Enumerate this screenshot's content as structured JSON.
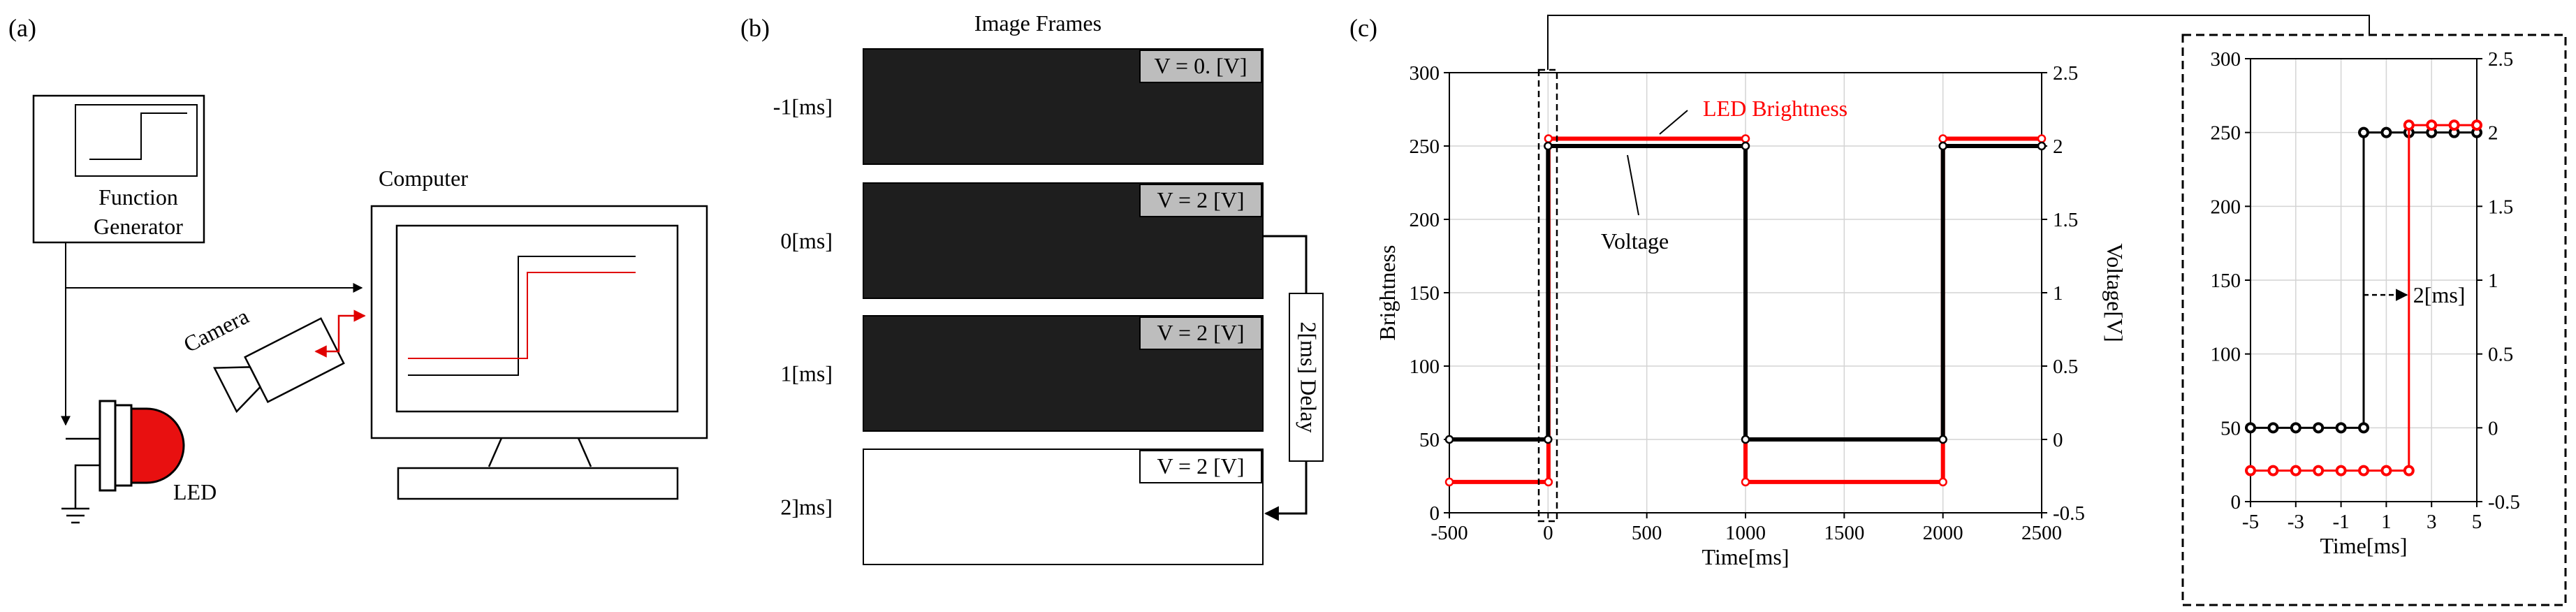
{
  "panels": {
    "a": "(a)",
    "b": "(b)",
    "c": "(c)"
  },
  "diagram_a": {
    "function_generator_line1": "Function",
    "function_generator_line2": "Generator",
    "computer": "Computer",
    "camera": "Camera",
    "led": "LED"
  },
  "diagram_b": {
    "title": "Image Frames",
    "frames": [
      {
        "time": "-1[ms]",
        "voltage": "V = 0. [V]",
        "lit": false
      },
      {
        "time": "0[ms]",
        "voltage": "V = 2 [V]",
        "lit": false
      },
      {
        "time": "1[ms]",
        "voltage": "V = 2 [V]",
        "lit": false
      },
      {
        "time": "2]ms]",
        "voltage": "V = 2 [V]",
        "lit": true
      }
    ],
    "delay": "2[ms] Delay"
  },
  "chart_data": [
    {
      "type": "line",
      "xlabel": "Time[ms]",
      "ylabel": "Brightness",
      "y2label": "Voltage[V]",
      "xlim": [
        -500,
        2500
      ],
      "ylim": [
        0,
        300
      ],
      "y2lim": [
        -0.5,
        2.5
      ],
      "xticks": [
        -500,
        0,
        500,
        1000,
        1500,
        2000,
        2500
      ],
      "yticks": [
        0,
        50,
        100,
        150,
        200,
        250,
        300
      ],
      "y2ticks": [
        "-0.5",
        "0",
        "0.5",
        "1",
        "1.5",
        "2",
        "2.5"
      ],
      "grid": true,
      "series": [
        {
          "name": "LED Brightness",
          "axis": "left",
          "color": "#ff0000",
          "x": [
            -500,
            2,
            2,
            1000,
            1000,
            2000,
            2000,
            2500
          ],
          "y": [
            21,
            21,
            255,
            255,
            21,
            21,
            255,
            255
          ]
        },
        {
          "name": "Voltage",
          "axis": "right",
          "color": "#000000",
          "x": [
            -500,
            0,
            0,
            1000,
            1000,
            2000,
            2000,
            2500
          ],
          "y": [
            0,
            0,
            2,
            2,
            0,
            0,
            2,
            2
          ]
        }
      ]
    },
    {
      "type": "line",
      "xlabel": "Time[ms]",
      "xlim": [
        -5,
        5
      ],
      "ylim": [
        0,
        300
      ],
      "y2lim": [
        -0.5,
        2.5
      ],
      "xticks": [
        -5,
        -3,
        -1,
        1,
        3,
        5
      ],
      "yticks": [
        0,
        50,
        100,
        150,
        200,
        250,
        300
      ],
      "y2ticks": [
        "-0.5",
        "0",
        "0.5",
        "1",
        "1.5",
        "2",
        "2.5"
      ],
      "grid": true,
      "annotation": "2[ms]",
      "series": [
        {
          "name": "Voltage",
          "axis": "right",
          "color": "#000000",
          "x": [
            -5,
            -4,
            -3,
            -2,
            -1,
            0,
            0,
            1,
            2,
            3,
            4,
            5
          ],
          "y": [
            0,
            0,
            0,
            0,
            0,
            0,
            2,
            2,
            2,
            2,
            2,
            2
          ]
        },
        {
          "name": "LED Brightness",
          "axis": "left",
          "color": "#ff0000",
          "x": [
            -5,
            -4,
            -3,
            -2,
            -1,
            0,
            1,
            2,
            2,
            3,
            4,
            5
          ],
          "y": [
            21,
            21,
            21,
            21,
            21,
            21,
            21,
            21,
            255,
            255,
            255,
            255
          ]
        }
      ]
    }
  ]
}
